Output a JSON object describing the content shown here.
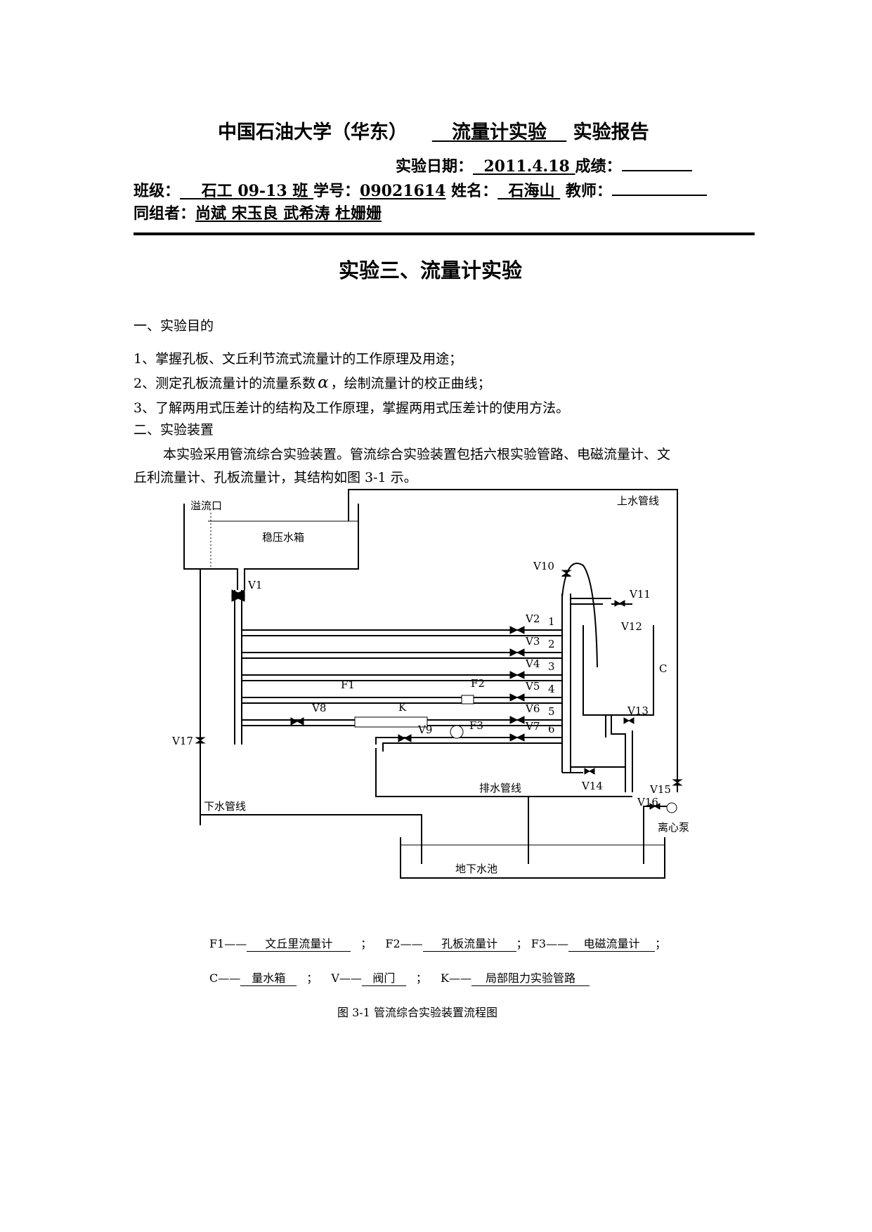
{
  "header": {
    "university": "中国石油大学（华东）",
    "course": "流量计实验",
    "report": "实验报告",
    "date_label": "实验日期：",
    "date": "2011.4.18",
    "grade_label": "成绩：",
    "class_label": "班级：",
    "class": "石工 09-13 班",
    "id_label": "学号：",
    "id": "09021614",
    "name_label": "姓名：",
    "name": "石海山",
    "teacher_label": "教师：",
    "group_label": "同组者：",
    "group": "尚斌  宋玉良  武希涛  杜姗姗"
  },
  "title": "实验三、流量计实验",
  "section1": {
    "heading": "一、实验目的",
    "items": [
      "1、掌握孔板、文丘利节流式流量计的工作原理及用途；",
      "2、测定孔板流量计的流量系数",
      "，绘制流量计的校正曲线；",
      "3、了解两用式压差计的结构及工作原理，掌握两用式压差计的使用方法。"
    ],
    "alpha": "α"
  },
  "section2": {
    "heading": "二、实验装置",
    "paragraph_line1": "本实验采用管流综合实验装置。管流综合实验装置包括六根实验管路、电磁流量计、文",
    "paragraph_line2": "丘利流量计、孔板流量计，其结构如图 3-1 示。"
  },
  "diagram": {
    "overflow": "溢流口",
    "tank": "稳压水箱",
    "supply_line": "上水管线",
    "drain_down": "下水管线",
    "drain_line": "排水管线",
    "pool": "地下水池",
    "pump": "离心泵",
    "C": "C",
    "K": "K",
    "F1": "F1",
    "F2": "F2",
    "F3": "F3",
    "V1": "V1",
    "V2": "V2",
    "V3": "V3",
    "V4": "V4",
    "V5": "V5",
    "V6": "V6",
    "V7": "V7",
    "V8": "V8",
    "V9": "V9",
    "V10": "V10",
    "V11": "V11",
    "V12": "V12",
    "V13": "V13",
    "V14": "V14",
    "V15": "V15",
    "V16": "V16",
    "V17": "V17",
    "n1": "1",
    "n2": "2",
    "n3": "3",
    "n4": "4",
    "n5": "5",
    "n6": "6"
  },
  "legend": {
    "f1_key": "F1——",
    "f1_val": "文丘里流量计",
    "f2_key": "F2——",
    "f2_val": "孔板流量计",
    "f3_key": "F3——",
    "f3_val": "电磁流量计",
    "c_key": "C——",
    "c_val": "量水箱",
    "v_key": "V——",
    "v_val": "阀门",
    "k_key": "K——",
    "k_val": "局部阻力实验管路",
    "sep": "；",
    "caption": "图 3-1    管流综合实验装置流程图"
  }
}
